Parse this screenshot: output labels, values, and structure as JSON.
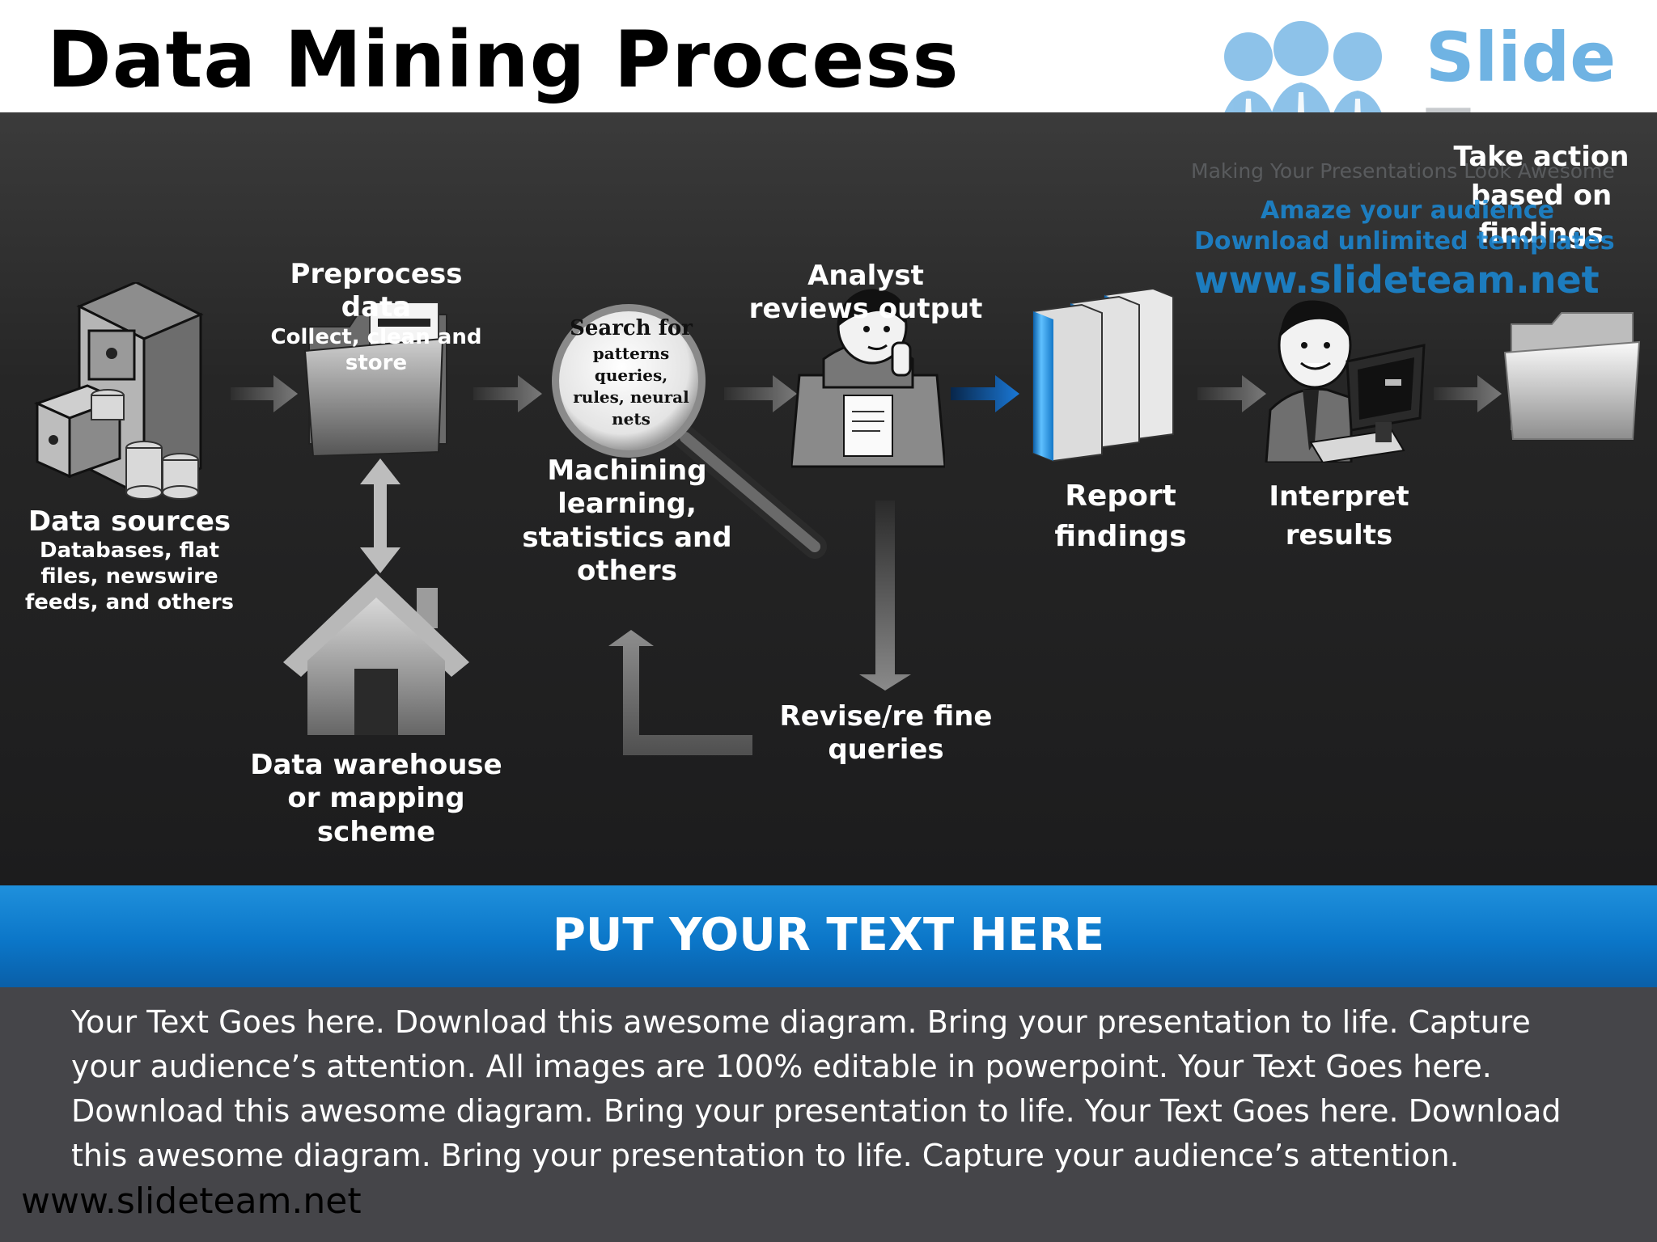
{
  "title": "Data Mining Process",
  "watermark": {
    "brand_top": "Slide",
    "brand_bottom": "Team",
    "tagline": "Making Your Presentations Look Awesome",
    "line1": "Amaze your audience",
    "line2": "Download unlimited templates",
    "url": "www.slideteam.net"
  },
  "steps": {
    "data_sources": {
      "title": "Data sources",
      "subtitle": "Databases, flat files, newswire feeds, and others"
    },
    "preprocess": {
      "title": "Preprocess data",
      "subtitle": "Collect, clean and store"
    },
    "warehouse": {
      "title": "Data warehouse or mapping scheme"
    },
    "machining": {
      "title": "Machining learning, statistics and others"
    },
    "magnifier_text": [
      "Search for",
      "patterns queries,",
      "rules, neural nets"
    ],
    "analyst": {
      "title": "Analyst reviews output"
    },
    "revise": {
      "title": "Revise/re fine queries"
    },
    "report": {
      "title": "Report findings"
    },
    "interpret": {
      "title": "Interpret results"
    },
    "take_action": {
      "title": "Take action based on findings"
    }
  },
  "band_title": "PUT YOUR TEXT HERE",
  "body_text": "Your Text Goes here. Download this awesome diagram. Bring your presentation to life. Capture your audience’s attention. All images are 100% editable in powerpoint. Your Text Goes here. Download this awesome diagram. Bring your presentation to life. Your Text Goes here. Download this awesome diagram. Bring your presentation to life. Capture your audience’s attention.",
  "footer_url": "www.slideteam.net",
  "colors": {
    "accent_blue": "#0b76c8",
    "dark_bg": "#1c1c1d",
    "body_bg": "#454549"
  }
}
